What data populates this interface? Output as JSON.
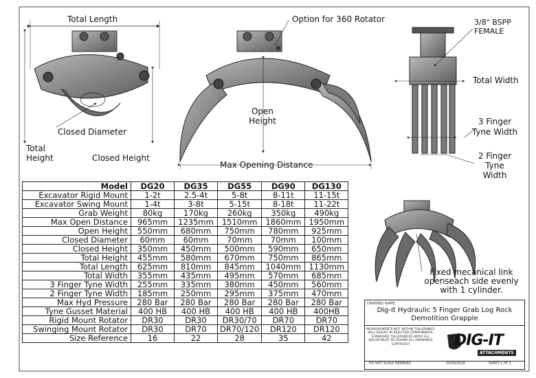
{
  "labels": {
    "total_length": "Total Length",
    "option_360": "Option for 360 Rotator",
    "bspp": "3/8\" BSPP\nFEMALE",
    "bspp_line1": "3/8\" BSPP",
    "bspp_line2": "FEMALE",
    "total_width": "Total Width",
    "open_height_1": "Open",
    "open_height_2": "Height",
    "closed_diameter": "Closed Diameter",
    "total_height_1": "Total",
    "total_height_2": "Height",
    "closed_height": "Closed Height",
    "max_opening": "Max Opening Distance",
    "three_finger_1": "3 Finger",
    "three_finger_2": "Tyne Width",
    "two_finger_1": "2 Finger",
    "two_finger_2": "Tyne",
    "two_finger_3": "Width",
    "link_note_1": "Fixed mecanical link",
    "link_note_2": "openseach side evenly",
    "link_note_3": "with 1 cylinder."
  },
  "table": {
    "header_label": "Model",
    "models": [
      "DG20",
      "DG35",
      "DG55",
      "DG90",
      "DG130"
    ],
    "rows": [
      {
        "label": "Excavator Rigid Mount",
        "values": [
          "1-2t",
          "2.5-4t",
          "5-8t",
          "8-11t",
          "11-15t"
        ]
      },
      {
        "label": "Excavator Swing Mount",
        "values": [
          "1-4t",
          "3-8t",
          "5-15t",
          "8-18t",
          "11-22t"
        ]
      },
      {
        "label": "Grab Weight",
        "values": [
          "80kg",
          "170kg",
          "260kg",
          "350kg",
          "490kg"
        ]
      },
      {
        "label": "Max Open Distance",
        "values": [
          "965mm",
          "1235mm",
          "1510mm",
          "1860mm",
          "1950mm"
        ]
      },
      {
        "label": "Open Height",
        "values": [
          "550mm",
          "680mm",
          "750mm",
          "780mm",
          "925mm"
        ]
      },
      {
        "label": "Closed Diameter",
        "values": [
          "60mm",
          "60mm",
          "70mm",
          "70mm",
          "100mm"
        ]
      },
      {
        "label": "Closed Height",
        "values": [
          "350mm",
          "450mm",
          "500mm",
          "590mm",
          "650mm"
        ]
      },
      {
        "label": "Total Height",
        "values": [
          "455mm",
          "580mm",
          "670mm",
          "750mm",
          "865mm"
        ]
      },
      {
        "label": "Total Length",
        "values": [
          "625mm",
          "810mm",
          "845mm",
          "1040mm",
          "1130mm"
        ]
      },
      {
        "label": "Total Width",
        "values": [
          "355mm",
          "435mm",
          "495mm",
          "570mm",
          "685mm"
        ]
      },
      {
        "label": "3 Finger Tyne Width",
        "values": [
          "255mm",
          "335mm",
          "380mm",
          "450mm",
          "560mm"
        ]
      },
      {
        "label": "2 Finger Tyne Width",
        "values": [
          "185mm",
          "250mm",
          "295mm",
          "375mm",
          "470mm"
        ]
      },
      {
        "label": "Max Hyd Pressure",
        "values": [
          "280 Bar",
          "280 Bar",
          "280 Bar",
          "280 Bar",
          "280 Bar"
        ]
      },
      {
        "label": "Tyne Gusset Material",
        "values": [
          "400 HB",
          "400 HB",
          "400 HB",
          "400 HB",
          "400HB"
        ]
      },
      {
        "label": "Rigid Mount Rotator",
        "values": [
          "DR30",
          "DR30",
          "DR30/70",
          "DR70",
          "DR70"
        ]
      },
      {
        "label": "Swinging Mount Rotator",
        "values": [
          "DR30",
          "DR70",
          "DR70/120",
          "DR120",
          "DR120"
        ]
      },
      {
        "label": "Size Reference",
        "values": [
          "16",
          "22",
          "28",
          "35",
          "42"
        ]
      }
    ]
  },
  "title_block": {
    "drawing_name_label": "DRAWING NAME",
    "title_line1": "Dig-it Hydraulic 5 Finger Grab Log Rock",
    "title_line2": "Demolition Grapple",
    "notes": "MEASUREMENTS NOT WITHIN TOLLERANCE WILL RESULT IN REJECTED COMPONENTS. STANDARD TOLLERANCES APPLY ALL WELDS MUST BE SOUND ALL DRAWINGS COPYRIGHT",
    "logo_main": "DIG-IT",
    "logo_sub": "ATTACHMENTS",
    "do_not_scale": "DO NOT SCALE DRAWING",
    "date": "20/09/2018",
    "sheet": "SHEET 1 OF 1"
  },
  "colors": {
    "steel": "#8e8e8e",
    "steel_dark": "#4a4a4a",
    "line": "#222222"
  }
}
